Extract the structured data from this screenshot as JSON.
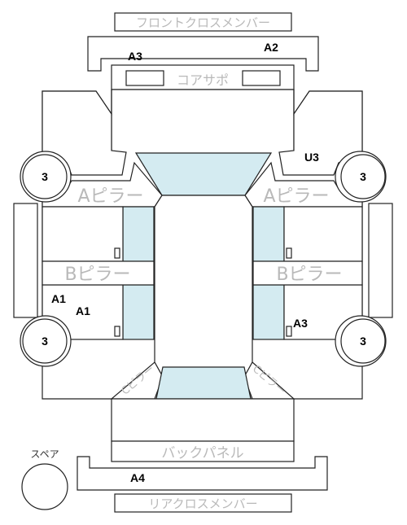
{
  "colors": {
    "glass": "#d4ebf1",
    "outline": "#222222",
    "label_grey": "#b9b9b9",
    "text": "#000000"
  },
  "parts": {
    "front_cross_member": "フロントクロスメンバー",
    "core_support": "コアサポ",
    "a_pillar": "Aピラー",
    "b_pillar": "Bピラー",
    "c_pillar": "Cピラー",
    "back_panel": "バックパネル",
    "rear_cross_member": "リアクロスメンバー",
    "spare": "スペア"
  },
  "marks": {
    "a3_front": "A3",
    "a2": "A2",
    "u3": "U3",
    "a1_outer": "A1",
    "a1_inner": "A1",
    "a3_rear": "A3",
    "a4": "A4"
  },
  "wheels": {
    "front_left": "3",
    "front_right": "3",
    "rear_left": "3",
    "rear_right": "3"
  }
}
